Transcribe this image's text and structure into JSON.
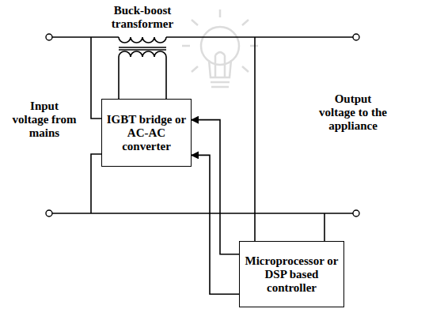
{
  "diagram": {
    "nodes": [
      {
        "text": [
          "IGBT bridge or AC-AC converter"
        ]
      },
      {
        "text": [
          "Microprocessor or DSP based controller"
        ]
      }
    ],
    "edges": [
      {
        "from": 1,
        "to": 0,
        "arrow": "to"
      },
      {
        "from": 1,
        "to": 0,
        "arrow": "to"
      }
    ],
    "labels": [
      "Buck-boost transformer",
      "Input voltage from mains",
      "Output voltage to the appliance"
    ]
  }
}
